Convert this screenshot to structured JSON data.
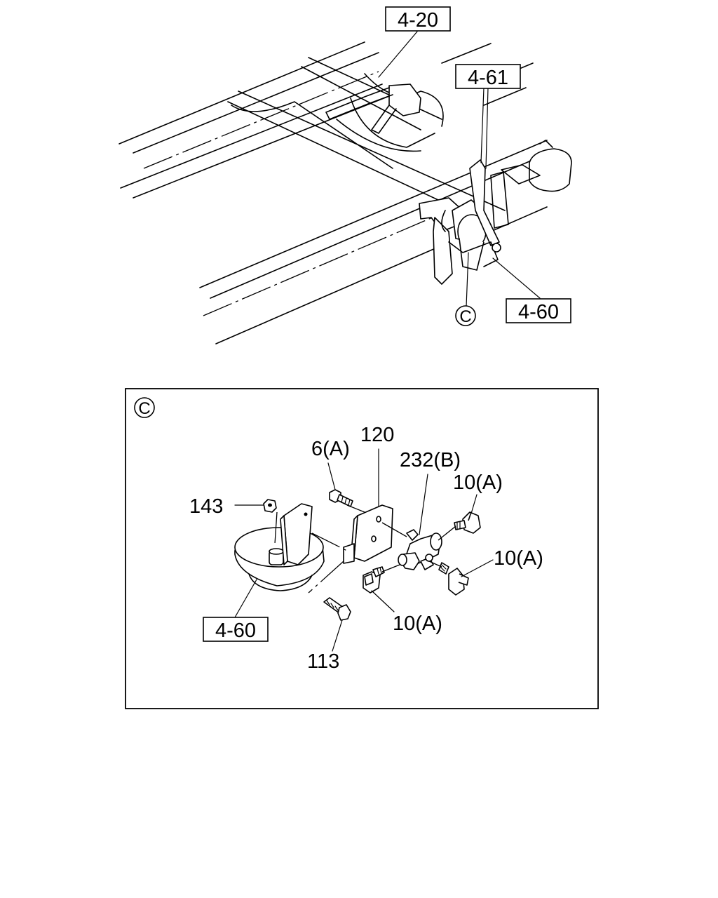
{
  "refs": {
    "ref_4_20": "4-20",
    "ref_4_61": "4-61",
    "ref_4_60_top": "4-60",
    "view_marker_top": "C"
  },
  "detail": {
    "view_marker": "C",
    "ref_4_60": "4-60",
    "callouts": {
      "p143": "143",
      "p6a": "6(A)",
      "p120": "120",
      "p232b": "232(B)",
      "p10a_1": "10(A)",
      "p10a_2": "10(A)",
      "p10a_3": "10(A)",
      "p113": "113"
    }
  }
}
